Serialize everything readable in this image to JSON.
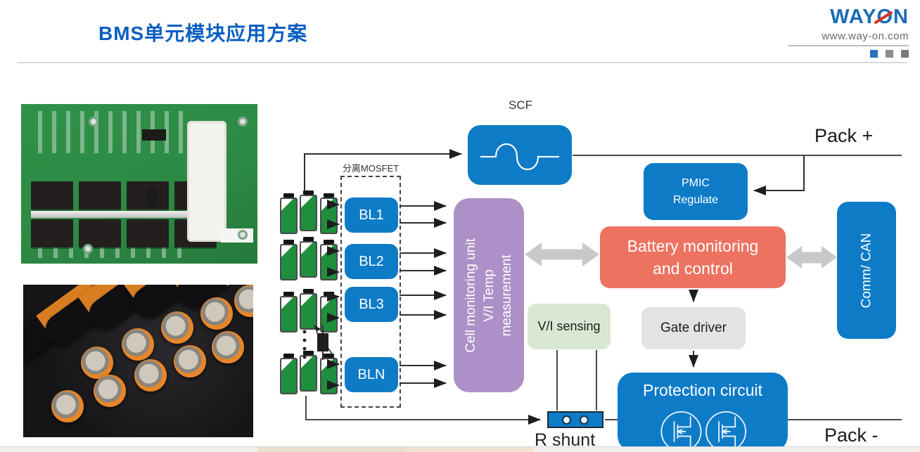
{
  "header": {
    "title": "BMS单元模块应用方案",
    "logo": {
      "text_left": "WAY",
      "text_o": "O",
      "text_right": "N",
      "url": "www.way-on.com"
    }
  },
  "diagram": {
    "scf_label": "SCF",
    "pack_plus": "Pack +",
    "pack_minus": "Pack -",
    "mosfet_group_label": "分离MOSFET",
    "bl_blocks": [
      "BL1",
      "BL2",
      "BL3",
      "BLN"
    ],
    "cell_monitoring": {
      "line1": "Cell monitoring unit",
      "line2": "V/I Temp",
      "line3": "measurement"
    },
    "pmic": {
      "line1": "PMIC",
      "line2": "Regulate"
    },
    "battery_monitoring": {
      "line1": "Battery monitoring",
      "line2": "and control"
    },
    "comm_can": "Comm/ CAN",
    "vi_sensing": "V/I sensing",
    "gate_driver": "Gate driver",
    "protection_circuit": "Protection circuit",
    "r_shunt": "R shunt"
  },
  "colors": {
    "block_blue": "#0e7bc7",
    "purple": "#ad90c7",
    "orange": "#ed7260",
    "green_light": "#d9e8d3",
    "gray_block": "#e3e3e3",
    "battery_green": "#1f8f3d",
    "brand_blue": "#1b6cb5",
    "brand_red": "#d93025",
    "wire": "#2e2e2e",
    "gray_arrow": "#c9c9c9"
  }
}
